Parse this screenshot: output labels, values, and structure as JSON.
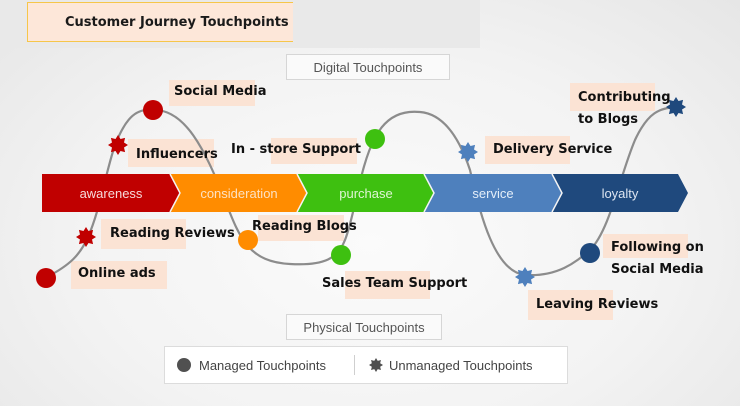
{
  "title": "Customer Journey Touchpoints",
  "digital_tag": "Digital Touchpoints",
  "physical_tag": "Physical Touchpoints",
  "stages": [
    {
      "label": "awareness",
      "color": "#c00000"
    },
    {
      "label": "consideration",
      "color": "#ff8c00"
    },
    {
      "label": "purchase",
      "color": "#3ec010"
    },
    {
      "label": "service",
      "color": "#4e80bd"
    },
    {
      "label": "loyalty",
      "color": "#1f497d"
    }
  ],
  "touchpoints": [
    {
      "label": "Online ads",
      "type": "managed",
      "stage": "awareness",
      "side": "physical"
    },
    {
      "label": "Reading Reviews",
      "type": "unmanaged",
      "stage": "awareness",
      "side": "physical"
    },
    {
      "label": "Influencers",
      "type": "unmanaged",
      "stage": "awareness",
      "side": "digital"
    },
    {
      "label": "Social Media",
      "type": "managed",
      "stage": "awareness",
      "side": "digital"
    },
    {
      "label": "Reading Blogs",
      "type": "managed",
      "stage": "consideration",
      "side": "physical"
    },
    {
      "label": "Sales Team  Support",
      "type": "managed",
      "stage": "purchase",
      "side": "physical"
    },
    {
      "label": "In - store Support",
      "type": "managed",
      "stage": "purchase",
      "side": "digital"
    },
    {
      "label": "Delivery Service",
      "type": "unmanaged",
      "stage": "service",
      "side": "digital"
    },
    {
      "label": "Leaving Reviews",
      "type": "unmanaged",
      "stage": "service",
      "side": "physical"
    },
    {
      "label": "Following on Social Media",
      "type": "managed",
      "stage": "loyalty",
      "side": "physical"
    },
    {
      "label": "Contributing to Blogs",
      "type": "unmanaged",
      "stage": "loyalty",
      "side": "digital"
    }
  ],
  "labels": {
    "online_ads": "Online ads",
    "reading_reviews": "Reading Reviews",
    "influencers": "Influencers",
    "social_media": "Social Media",
    "reading_blogs": "Reading Blogs",
    "sales_team": "Sales Team  Support",
    "instore": "In - store Support",
    "delivery": "Delivery Service",
    "leaving_reviews": "Leaving Reviews",
    "following_1": "Following on",
    "following_2": "Social Media",
    "contributing_1": "Contributing",
    "contributing_2": "to Blogs"
  },
  "legend": {
    "managed": "Managed Touchpoints",
    "unmanaged": "Unmanaged Touchpoints"
  },
  "icons": {
    "managed": "filled-circle",
    "unmanaged": "eight-point-star"
  }
}
